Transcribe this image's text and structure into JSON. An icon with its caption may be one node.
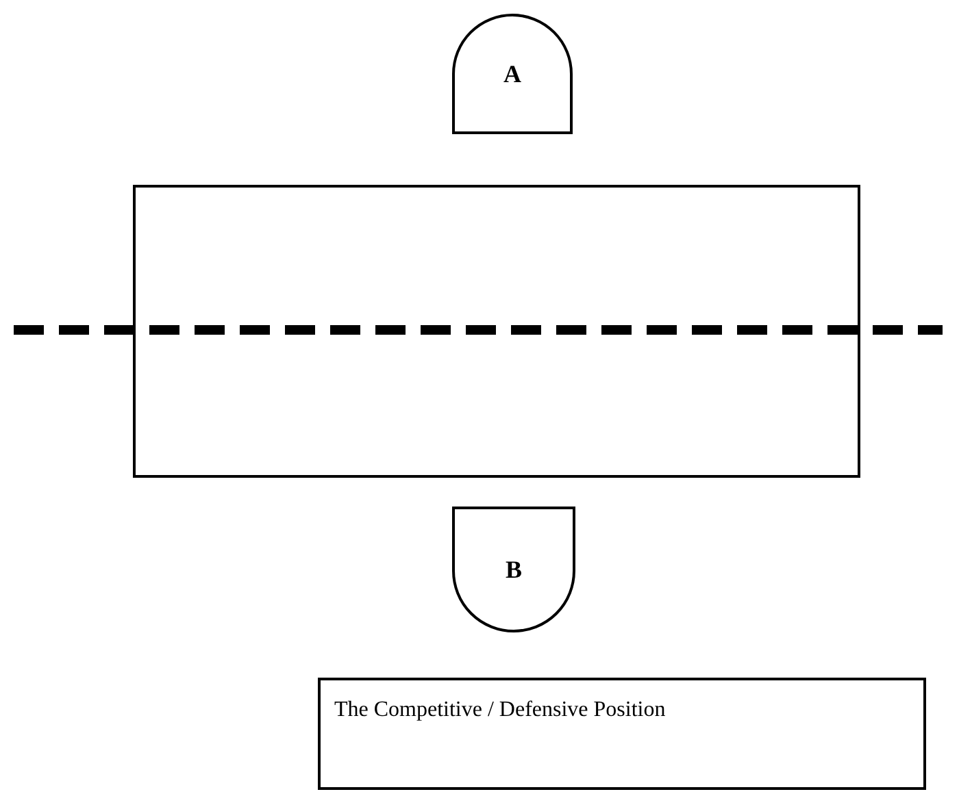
{
  "diagram": {
    "nodes": [
      {
        "text": [
          "A"
        ]
      },
      {
        "text": [],
        "shape": "box"
      },
      {
        "text": [
          "B"
        ]
      },
      {
        "text": [
          "The Competitive / Defensive Position"
        ]
      }
    ]
  }
}
